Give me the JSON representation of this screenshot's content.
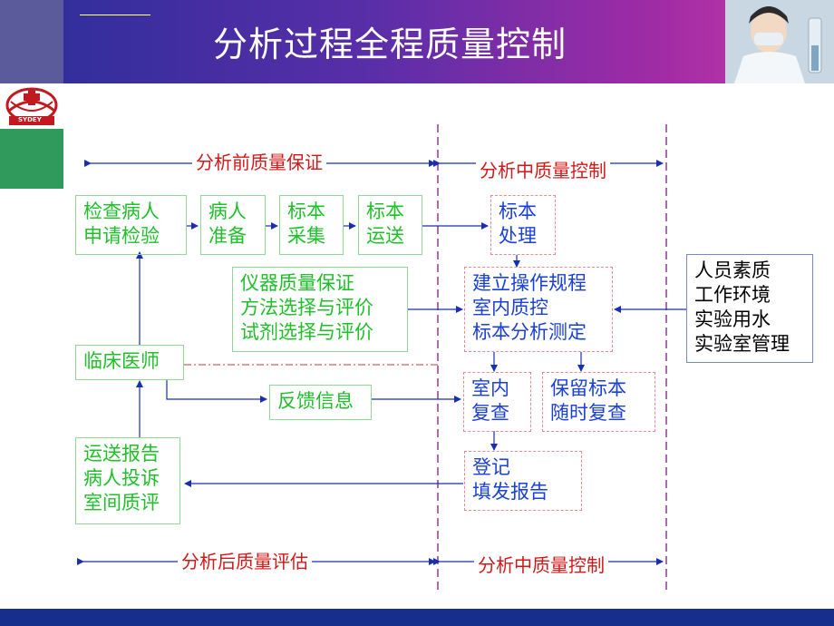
{
  "header": {
    "title": "分析过程全程质量控制"
  },
  "logo": {
    "text": "SYDEY"
  },
  "phases": {
    "pre": "分析前质量保证",
    "mid_top": "分析中质量控制",
    "post": "分析后质量评估",
    "mid_bottom": "分析中质量控制"
  },
  "boxes": {
    "exam_request": [
      "检查病人",
      "申请检验"
    ],
    "patient_prep": [
      "病人",
      "准备"
    ],
    "sample_collect": [
      "标本",
      "采集"
    ],
    "sample_transport": [
      "标本",
      "运送"
    ],
    "sample_process": [
      "标本",
      "处理"
    ],
    "instrument_qa": [
      "仪器质量保证",
      "方法选择与评价",
      "试剂选择与评价"
    ],
    "sop_qc": [
      "建立操作规程",
      "室内质控",
      "标本分析测定"
    ],
    "personnel": [
      "人员素质",
      "工作环境",
      "实验用水",
      "实验室管理"
    ],
    "clinician": [
      "临床医师"
    ],
    "feedback": [
      "反馈信息"
    ],
    "lab_review": [
      "室内",
      "复查"
    ],
    "retain_sample": [
      "保留标本",
      "随时复查"
    ],
    "register_report": [
      "登记",
      "填发报告"
    ],
    "report_complaint": [
      "运送报告",
      "病人投诉",
      "室间质评"
    ]
  }
}
